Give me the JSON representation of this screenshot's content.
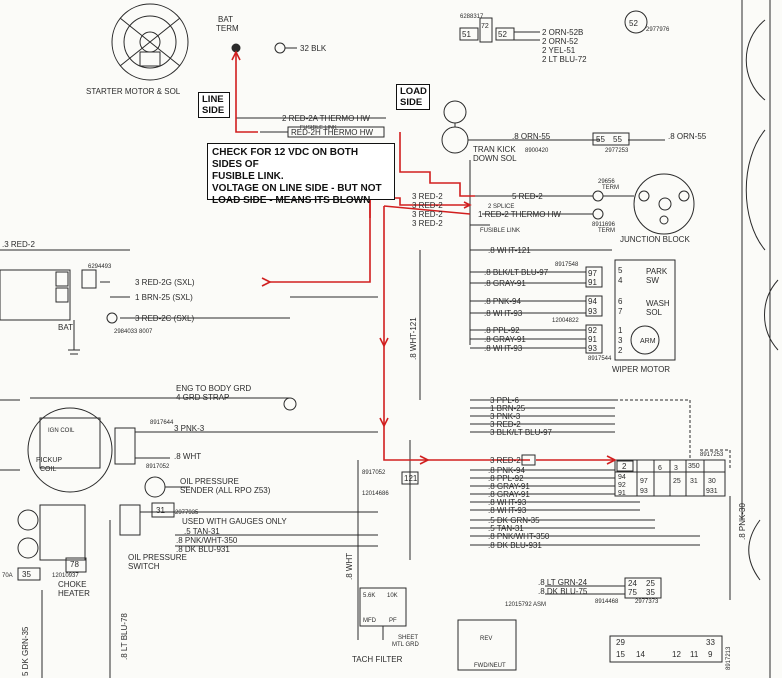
{
  "colors": {
    "ink": "#2b2b2b",
    "highlight": "#d11f1f",
    "paper": "#fbfbf8",
    "box": "#ffffff"
  },
  "annotations": {
    "line_side": [
      "LINE",
      "SIDE"
    ],
    "load_side": [
      "LOAD",
      "SIDE"
    ],
    "note": [
      "CHECK FOR 12 VDC ON BOTH SIDES OF",
      "FUSIBLE LINK.",
      "VOLTAGE ON LINE SIDE - BUT NOT",
      "LOAD SIDE - MEANS ITS BLOWN"
    ]
  },
  "labels": {
    "bat_term": [
      "BAT",
      "TERM"
    ],
    "starter": "STARTER MOTOR & SOL",
    "blk_32": "32 BLK",
    "red_2a": "2 RED-2A THERMO HW",
    "fusible_small": "FUSIBLE LINK",
    "red_2h": "RED-2H THERMO HW",
    "tran_kick": [
      "TRAN KICK",
      "DOWN SOL"
    ],
    "orn_55_a": ".8 ORN-55",
    "c55_a": "55",
    "c55_b": "55",
    "orn_55_b": ".8 ORN-55",
    "pn_8900420": "8900420",
    "pn_2977253_a": "2977253",
    "red_2_5": "5 RED-2",
    "splice": "2 SPLICE",
    "red_2_thermo": "1 RED-2 THERMO HW",
    "fusible_link": "FUSIBLE LINK",
    "red2_rows": [
      "3 RED-2",
      "3 RED-2",
      "3 RED-2",
      "3 RED-2"
    ],
    "junction_block": "JUNCTION BLOCK",
    "pn_29656": "29656",
    "term_a": "TERM",
    "pn_8911696": "8911696",
    "term_b": "TERM",
    "red_2_left": ".3 RED-2",
    "pn_6294493": "6294493",
    "red_2g": "3 RED-2G (SXL)",
    "brn_25": "1 BRN-25 (SXL)",
    "red_2c": "3 RED-2C (SXL)",
    "pn_2984033": "2984033  8007",
    "bat": "BAT",
    "wht_121": ".8 WHT-121",
    "pn_8917548": "8917548",
    "blk_lt_blu": ".8 BLK/LT BLU-97",
    "gray_91_a": ".8 GRAY-91",
    "pnk_94": ".8 PNK-94",
    "wht_93_a": ".8 WHT-93",
    "ppl_92": ".8 PPL-92",
    "gray_91_b": ".8 GRAY-91",
    "wht_93_b": ".8 WHT-93",
    "pn_12004822": "12004822",
    "pn_8917544": "8917544",
    "c97": "97",
    "c91_a": "91",
    "c94": "94",
    "c93_a": "93",
    "c92": "92",
    "c91_b": "91",
    "c93_b": "93",
    "park_sw": [
      "PARK",
      "SW"
    ],
    "wash_sol": [
      "WASH",
      "SOL"
    ],
    "arm": "ARM",
    "wiper_motor": "WIPER MOTOR",
    "pins_wiper": [
      "5",
      "4",
      "6",
      "7",
      "1",
      "3",
      "2"
    ],
    "eng_gnd": [
      "ENG TO BODY GRD",
      "4 GRD STRAP"
    ],
    "pn_8917644": "8917644",
    "pnk_3": "3 PNK-3",
    "wht_8": ".8 WHT",
    "pn_8917052_a": "8917052",
    "oil_sender": [
      "OIL PRESSURE",
      "SENDER (ALL RPO Z53)"
    ],
    "ign_coil": "IGN COIL",
    "pickup_coil": [
      "PICKUP",
      "COIL"
    ],
    "c31": "31",
    "pn_2977935": "2977935",
    "used_gauges": "USED WITH GAUGES ONLY",
    "tan_31": ".5 TAN-31",
    "pnk_wht": ".8 PNK/WHT-350",
    "dk_blu": ".8 DK BLU-931",
    "oil_switch": [
      "OIL PRESSURE",
      "SWITCH"
    ],
    "c35": "35",
    "c78": "78",
    "choke_heater": [
      "CHOKE",
      "HEATER"
    ],
    "pn_12010937": "12010937",
    "pn_70a": "70A",
    "grn_35": "5 DK GRN-35",
    "lt_blu_78": ".8 LT BLU-78",
    "wht_8_vert": ".8 WHT",
    "wht_121_vert": ".8 WHT-121",
    "pn_8917052_b": "8917052",
    "c121": "121",
    "pn_12014686": "12014686",
    "bundle": [
      "3 PPL-6",
      "1 BRN-25",
      "3 PNK-3",
      "3 RED-2",
      "3 BLK/LT BLU-97"
    ],
    "red2_main": "3 RED-2",
    "bundle2": [
      ".8 PNK-94",
      ".8 PPL-92",
      ".8 GRAY-91",
      ".8 GRAY-91",
      ".8 WHT-93",
      ".8 WHT-93",
      ".5 DK GRN-35",
      ".5 TAN-31",
      ".8 PNK/WHT-350",
      ".8 DK BLU-931"
    ],
    "conn_pins": [
      "2",
      "94",
      "92",
      "91",
      "97",
      "93",
      "6",
      "25",
      "3",
      "31",
      "30",
      "931",
      "350"
    ],
    "pn_8917253": "8917253",
    "pnk_30": ".8 PNK-30",
    "lt_grn": ".8 LT GRN-24",
    "dk_blu_75": ".8 DK BLU-75",
    "c24": "24",
    "c75": "75",
    "c25": "25",
    "c35b": "35",
    "pn_8914468": "8914468",
    "pn_2977373": "2977373",
    "pn_12015792": "12015792 ASM",
    "tach_filter": "TACH FILTER",
    "tach_vals": [
      "5.6K",
      "10K",
      "MFD",
      "PF"
    ],
    "sheet_mtl": [
      "SHEET",
      "MTL GRD"
    ],
    "rev_fwd": [
      "REV",
      "FWD/NEUT"
    ],
    "orn_52b": "2 ORN-52B",
    "orn_52": "2 ORN-52",
    "yel_51": "2 YEL-51",
    "lt_blu_72": "2 LT BLU-72",
    "c51": "51",
    "c52": "52",
    "c72": "72",
    "c52b": "52",
    "pn_6288317": "6288317",
    "pn_2977976": "2977976",
    "bottom_nums": [
      "29",
      "33",
      "15",
      "14",
      "12",
      "11",
      "9"
    ],
    "pn_8917213": "8917213"
  }
}
